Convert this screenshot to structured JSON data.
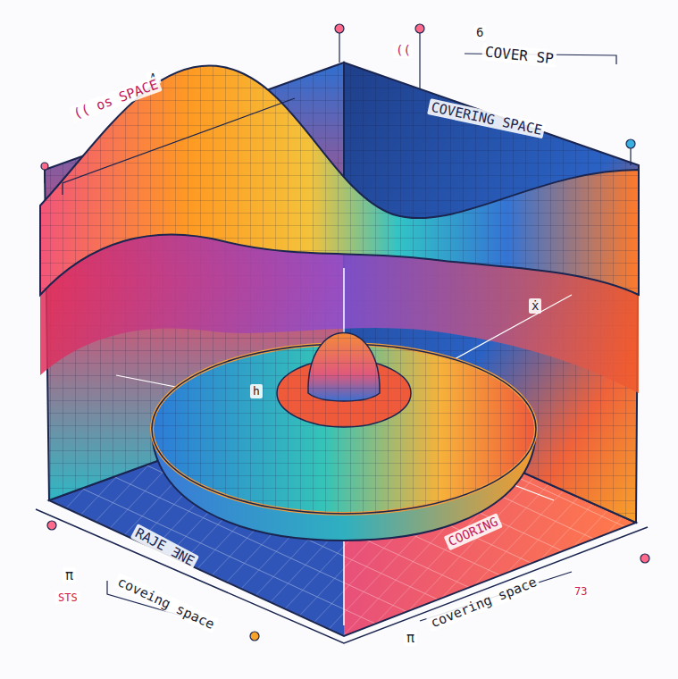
{
  "diagram": {
    "labels": [
      "4",
      "(( os SPACE",
      "6",
      "COVER SP",
      "COVERING SPACE",
      "h",
      "ẋ",
      "RAJE ƎNE",
      "COORING",
      "coveing space",
      "covering space",
      "π",
      "π",
      "STS",
      "73",
      "(("
    ]
  }
}
